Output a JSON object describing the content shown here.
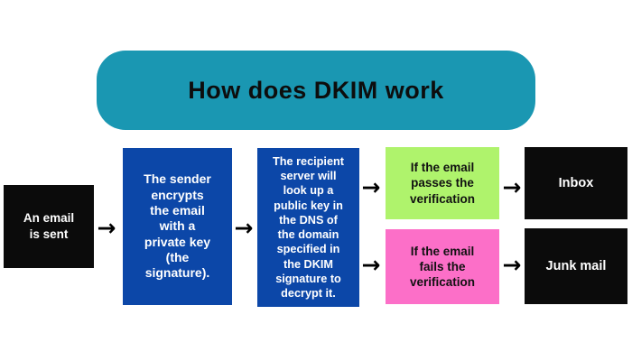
{
  "title": "How does DKIM work",
  "icons": {
    "arrow_right": "→"
  },
  "colors": {
    "banner_teal": "#1a97b2",
    "box_blue": "#0c47a8",
    "box_green": "#aff36c",
    "box_pink": "#fc6fc8",
    "box_black": "#0b0b0b",
    "title_text": "#0d0d0d",
    "light_text": "#ffffff",
    "dark_text": "#111111",
    "background": "#ffffff"
  },
  "flow": {
    "start": {
      "text": "An email\nis sent"
    },
    "step_sender": {
      "text": "The sender\nencrypts\nthe email\nwith a\nprivate key\n(the\nsignature)."
    },
    "step_recipient": {
      "text": "The recipient\nserver will\nlook up a\npublic key in\nthe DNS of\nthe domain\nspecified in\nthe DKIM\nsignature to\ndecrypt it."
    },
    "branch_pass": {
      "text": "If the email\npasses the\nverification"
    },
    "branch_fail": {
      "text": "If the email\nfails the\nverification"
    },
    "outcome_pass": {
      "text": "Inbox"
    },
    "outcome_fail": {
      "text": "Junk mail"
    }
  }
}
